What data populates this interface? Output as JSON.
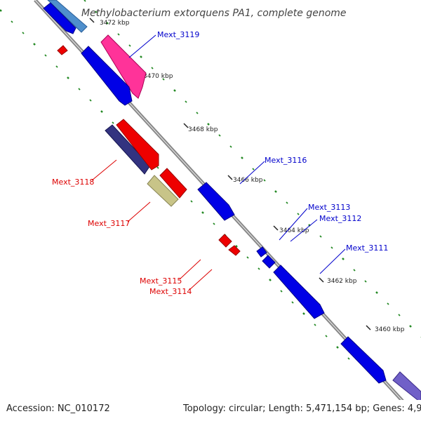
{
  "title": "Methylobacterium extorquens PA1, complete genome",
  "accession": "Accession: NC_010172",
  "summary": "Topology: circular; Length: 5,471,154 bp; Genes: 4,902",
  "ticks": [
    "3472 kbp",
    "3470 kbp",
    "3468 kbp",
    "3466 kbp",
    "3464 kbp",
    "3462 kbp",
    "3460 kbp"
  ],
  "genes": [
    {
      "id": "Mext_3119",
      "color": "#0000cc"
    },
    {
      "id": "Mext_3118",
      "color": "#dd0000"
    },
    {
      "id": "Mext_3117",
      "color": "#dd0000"
    },
    {
      "id": "Mext_3116",
      "color": "#0000cc"
    },
    {
      "id": "Mext_3115",
      "color": "#dd0000"
    },
    {
      "id": "Mext_3114",
      "color": "#dd0000"
    },
    {
      "id": "Mext_3113",
      "color": "#0000cc"
    },
    {
      "id": "Mext_3112",
      "color": "#0000cc"
    },
    {
      "id": "Mext_3111",
      "color": "#0000cc"
    }
  ],
  "colors": {
    "forward_gene": "#0000e6",
    "reverse_gene": "#ee0000",
    "rrna": "#ff3399",
    "trna": "#333380",
    "pseudo": "#c8c488",
    "misc": "#4f8fcc",
    "purple": "#7060c8",
    "backbone": "#888888",
    "gc_marks": "#228822"
  }
}
